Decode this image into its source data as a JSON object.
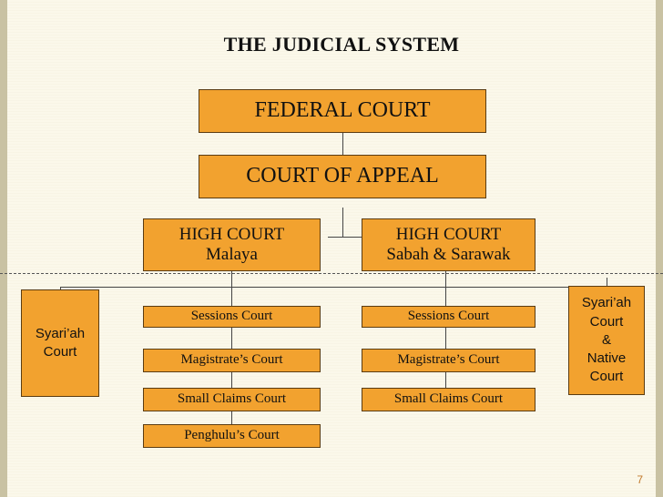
{
  "title": "THE JUDICIAL SYSTEM",
  "courts": {
    "federal": "FEDERAL COURT",
    "appeal": "COURT OF APPEAL",
    "high_malaya": {
      "line1": "HIGH COURT",
      "line2": "Malaya"
    },
    "high_sabah": {
      "line1": "HIGH COURT",
      "line2": "Sabah & Sarawak"
    },
    "sessions_left": "Sessions Court",
    "sessions_right": "Sessions Court",
    "magistrate_left": "Magistrate’s Court",
    "magistrate_right": "Magistrate’s Court",
    "small_claims_left": "Small Claims Court",
    "small_claims_right": "Small Claims Court",
    "penghulu": "Penghulu’s Court",
    "syariah_left": {
      "line1": "Syari’ah",
      "line2": "Court"
    },
    "syariah_right": {
      "line1": "Syari’ah",
      "line2": "Court",
      "line3": "&",
      "line4": "Native",
      "line5": "Court"
    }
  },
  "page_number": "7",
  "colors": {
    "box_fill": "#f2a22f",
    "background": "#fbf8ea",
    "page_number": "#c0782a"
  }
}
